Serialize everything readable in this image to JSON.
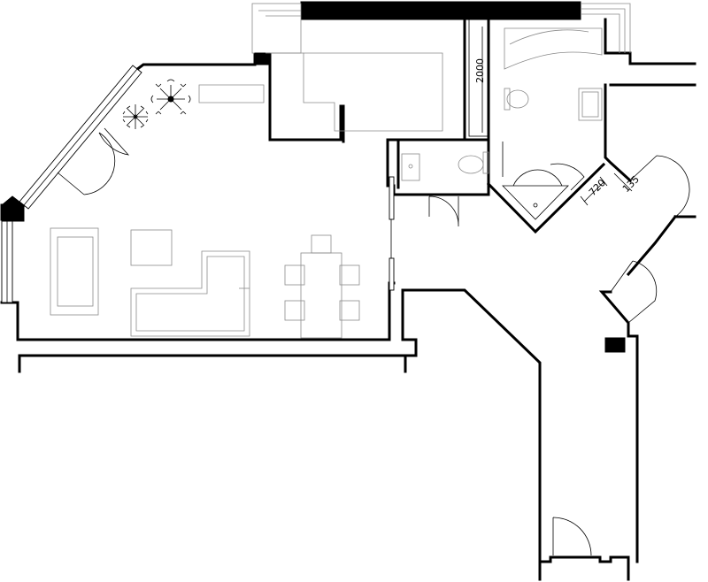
{
  "plan": {
    "dimensions": {
      "corridor_length": "2000",
      "shower_width": "720",
      "wall_thickness": "135"
    },
    "colors": {
      "wall": "#000000",
      "furniture": "#8a8a8a",
      "background": "#ffffff"
    },
    "icons": {
      "plant": "plant-icon"
    }
  }
}
